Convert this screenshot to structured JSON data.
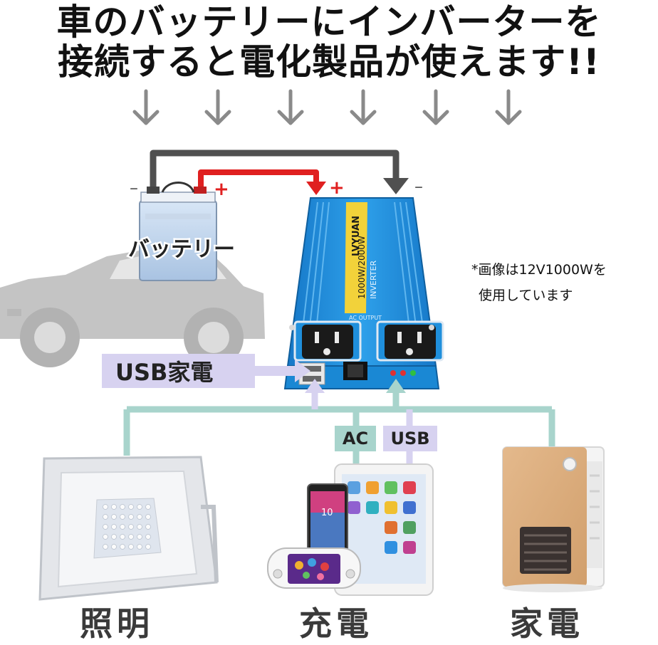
{
  "headline": {
    "line1": "車のバッテリーにインバーターを",
    "line2": "接続すると電化製品が使えます!!"
  },
  "battery": {
    "label": "バッテリー",
    "minus": "–",
    "plus": "+"
  },
  "inverter": {
    "terminal_plus": "+",
    "terminal_minus": "–",
    "brand": "LVYUAN",
    "model": "1000W/2000W",
    "type": "INVERTER",
    "ac_output": "AC OUTPUT"
  },
  "note": {
    "line1": "*画像は12V1000Wを",
    "line2": "使用しています"
  },
  "usb_callout": "USB家電",
  "tags": {
    "ac": "AC",
    "usb": "USB"
  },
  "categories": {
    "lighting": "照明",
    "charging": "充電",
    "appliance": "家電"
  },
  "phone_screen_number": "10",
  "colors": {
    "teal_line": "#a8d4cc",
    "purple_box": "#d7d2f0",
    "inverter_blue": "#1f8fdc",
    "red_wire": "#e02020",
    "dark_wire": "#505050"
  }
}
